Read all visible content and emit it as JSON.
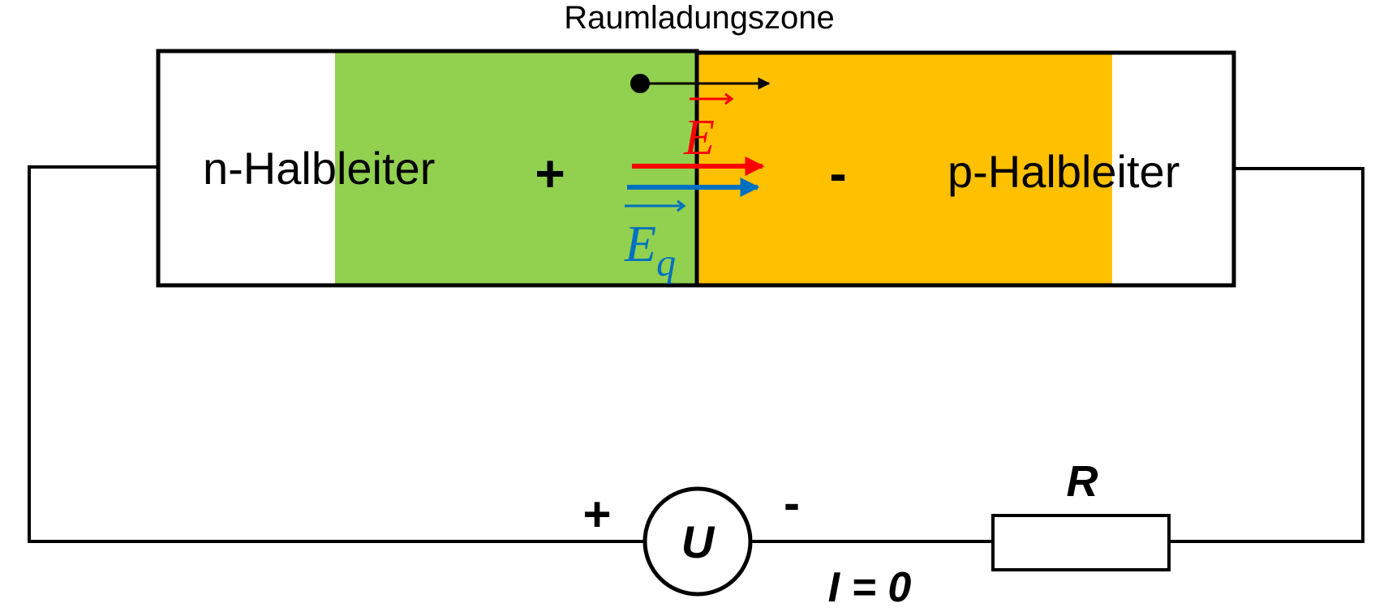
{
  "title": "Raumladungszone",
  "regions": {
    "n_label": "n-Halbleiter",
    "p_label": "p-Halbleiter",
    "n_charge": "+",
    "p_charge": "-"
  },
  "fields": {
    "e_field": "E",
    "eq_field_base": "E",
    "eq_field_sub": "q"
  },
  "circuit": {
    "source_label": "U",
    "source_plus": "+",
    "source_minus": "-",
    "resistor_label": "R",
    "current_label": "I = 0"
  },
  "colors": {
    "n_zone": "#92d050",
    "p_zone": "#ffc000",
    "e_field": "#ff0000",
    "eq_field": "#0070c0",
    "outline": "#000000"
  }
}
